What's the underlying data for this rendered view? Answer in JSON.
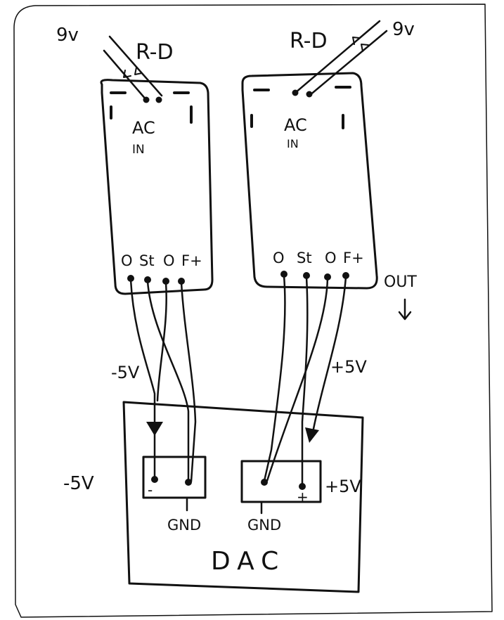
{
  "inputs": {
    "left_voltage": "9v",
    "left_source": "R-D",
    "right_voltage": "9v",
    "right_source": "R-D"
  },
  "regulators": [
    {
      "ac_label": "AC",
      "ac_sub": "IN",
      "pins": [
        "O",
        "St",
        "O",
        "F+"
      ]
    },
    {
      "ac_label": "AC",
      "ac_sub": "IN",
      "pins": [
        "O",
        "St",
        "O",
        "F+"
      ]
    }
  ],
  "out_label": "OUT",
  "wires": {
    "neg_label": "-5V",
    "pos_label": "+5V"
  },
  "dac": {
    "title": "DAC",
    "neg_side_label": "-5V",
    "pos_side_label": "+5V",
    "neg_terminals": [
      "-"
    ],
    "pos_terminals": [
      "+"
    ],
    "gnd_left": "GND",
    "gnd_right": "GND"
  },
  "colors": {
    "ink": "#111111",
    "paper": "#ffffff"
  }
}
